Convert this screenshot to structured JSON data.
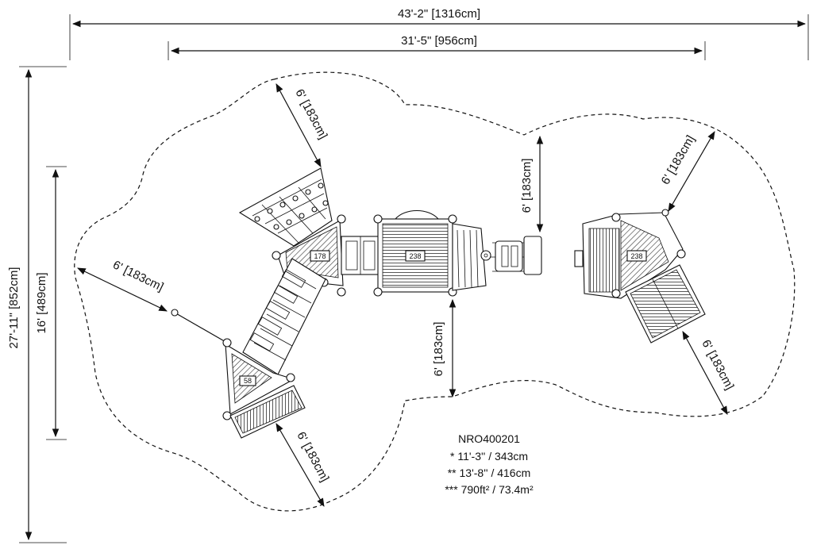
{
  "dimensions": {
    "overall_width": "43'-2\" [1316cm]",
    "inner_width": "31'-5\" [956cm]",
    "overall_depth": "27'-11\" [852cm]",
    "inner_depth": "16' [489cm]",
    "safety_zone": "6' [183cm]"
  },
  "deck_labels": {
    "deck_left_upper": "178",
    "deck_center": "238",
    "deck_right": "238",
    "deck_left_lower": "58"
  },
  "model": {
    "code": "NRO400201",
    "height_1": "* 11'-3'' / 343cm",
    "height_2": "** 13'-8'' / 416cm",
    "area": "*** 790ft² / 73.4m²"
  },
  "colors": {
    "line": "#111111",
    "background": "#ffffff",
    "hatch": "#333333"
  }
}
